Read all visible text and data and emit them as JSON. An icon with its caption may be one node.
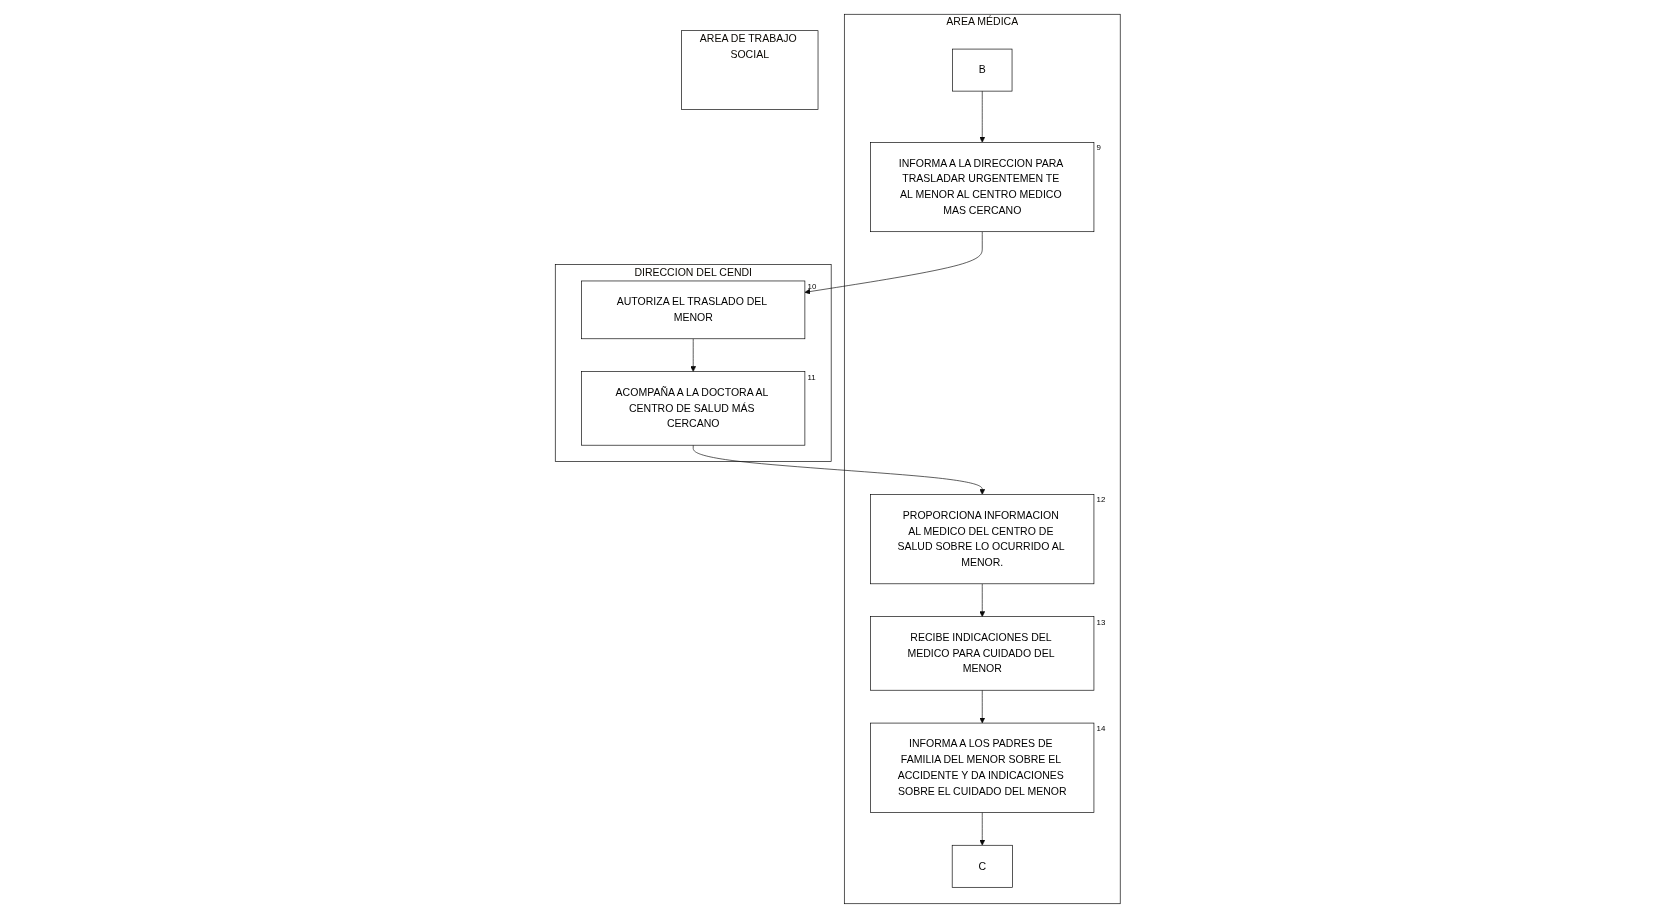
{
  "diagram": {
    "nodes": [
      {
        "text": [
          "AREA MÉDICA"
        ]
      },
      {
        "text": [
          "B"
        ],
        "in": 0
      },
      {
        "text": [
          "INFORMA A LA DIRECCION PARA TRASLADAR URGENTEMEN TE AL MENOR AL CENTRO MEDICO MAS CERCANO"
        ],
        "beside": [
          "9"
        ],
        "in": 0
      },
      {
        "text": [
          "PROPORCIONA INFORMACION AL MEDICO DEL CENTRO DE SALUD SOBRE LO OCURRIDO AL MENOR."
        ],
        "beside": [
          "12"
        ],
        "in": 0
      },
      {
        "text": [
          "RECIBE INDICACIONES DEL MEDICO PARA CUIDADO DEL MENOR"
        ],
        "beside": [
          "13"
        ],
        "in": 0
      },
      {
        "text": [
          "INFORMA A LOS PADRES DE FAMILIA DEL MENOR SOBRE EL ACCIDENTE Y DA INDICACIONES SOBRE EL CUIDADO DEL MENOR"
        ],
        "beside": [
          "14"
        ],
        "in": 0
      },
      {
        "text": [
          "C"
        ],
        "in": 0
      },
      {
        "text": [
          "DIRECCION DEL CENDI"
        ]
      },
      {
        "text": [
          "AUTORIZA EL TRASLADO DEL MENOR"
        ],
        "beside": [
          "10"
        ],
        "in": 7
      },
      {
        "text": [
          "ACOMPAÑA A LA DOCTORA AL CENTRO DE SALUD MÁS CERCANO"
        ],
        "beside": [
          "11"
        ],
        "in": 7
      },
      {
        "text": [
          "AREA DE TRABAJO SOCIAL"
        ]
      }
    ],
    "edges": [
      {
        "from": 1,
        "to": 2,
        "arrow": "to"
      },
      {
        "from": 2,
        "to": 8,
        "arrow": "to"
      },
      {
        "from": 8,
        "to": 9,
        "arrow": "to"
      },
      {
        "from": 9,
        "to": 3,
        "arrow": "to"
      },
      {
        "from": 3,
        "to": 4,
        "arrow": "to"
      },
      {
        "from": 4,
        "to": 5,
        "arrow": "to"
      },
      {
        "from": 5,
        "to": 6,
        "arrow": "to"
      }
    ]
  }
}
